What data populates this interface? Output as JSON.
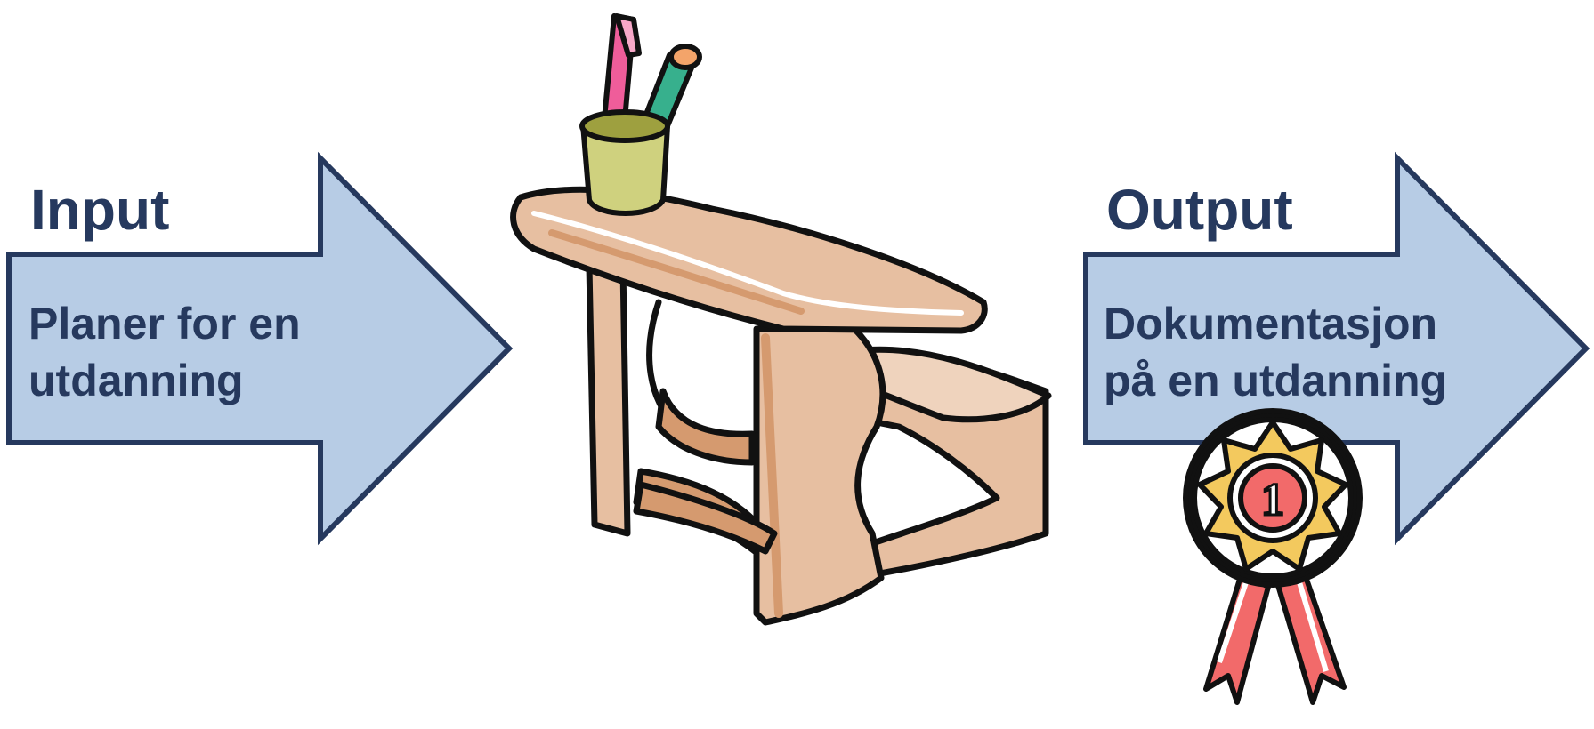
{
  "input": {
    "heading": "Input",
    "text_line1": "Planer for en",
    "text_line2": "utdanning"
  },
  "output": {
    "heading": "Output",
    "text_line1": "Dokumentasjon",
    "text_line2": "på en utdanning"
  },
  "rosette_number": "1",
  "colors": {
    "arrow_fill": "#b7cce5",
    "arrow_stroke": "#26395e",
    "text": "#26395e",
    "desk_wood": "#e7bfa1",
    "desk_wood_dark": "#d59a6f",
    "cup": "#cfd17e",
    "pen_pink": "#ef5d9a",
    "pen_green": "#37b08d",
    "rosette_red": "#f26a6a",
    "rosette_gold": "#f3c95e"
  },
  "icons": [
    "desk-icon",
    "pencil-cup-icon",
    "award-rosette-icon"
  ]
}
